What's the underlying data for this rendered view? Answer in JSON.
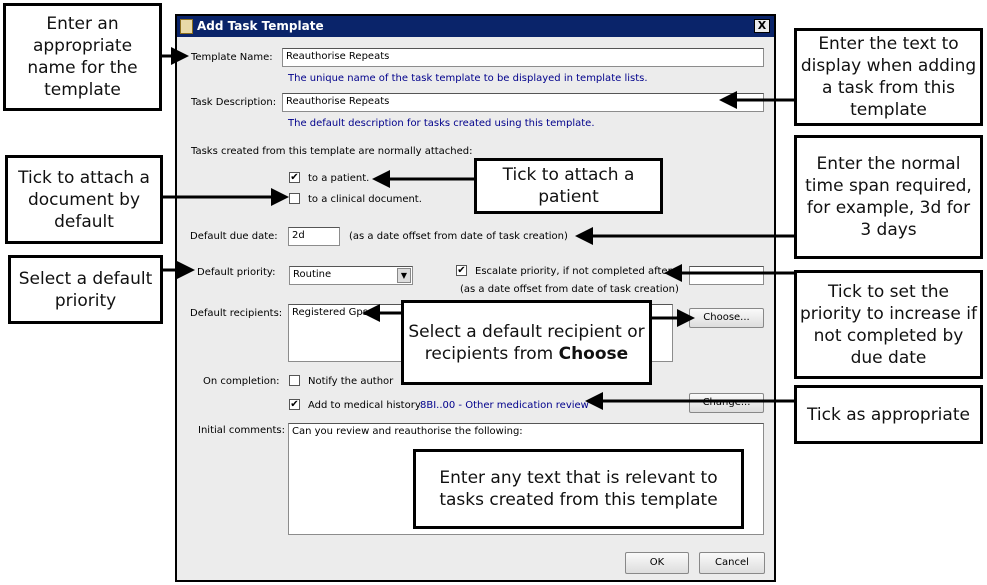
{
  "dialog": {
    "title": "Add Task Template",
    "close": "X",
    "template_name_label": "Template Name:",
    "template_name_value": "Reauthorise Repeats",
    "template_name_hint": "The unique name of the task template to be displayed in template lists.",
    "task_desc_label": "Task Description:",
    "task_desc_value": "Reauthorise Repeats",
    "task_desc_hint": "The default description for tasks created using this template.",
    "attached_label": "Tasks created from this template are normally attached:",
    "to_patient": "to a patient.",
    "to_patient_checked": true,
    "to_document": "to a clinical document.",
    "to_document_checked": false,
    "due_date_label": "Default due date:",
    "due_date_value": "2d",
    "due_date_hint": "(as a date offset from date of task creation)",
    "priority_label": "Default priority:",
    "priority_value": "Routine",
    "escalate_label": "Escalate priority, if not completed after",
    "escalate_checked": true,
    "escalate_value": "",
    "escalate_hint": "(as a date offset from date of task creation)",
    "recipients_label": "Default recipients:",
    "recipients_value": "Registered Gps",
    "choose": "Choose...",
    "completion_label": "On completion:",
    "notify": "Notify the author",
    "notify_checked": false,
    "add_history": "Add to medical history",
    "add_history_checked": true,
    "history_code": "8BI..00 - Other medication review",
    "change": "Change...",
    "comments_label": "Initial comments:",
    "comments_value": "Can you review and reauthorise the following:",
    "ok": "OK",
    "cancel": "Cancel"
  },
  "callouts": {
    "name": "Enter an appropriate name for the template",
    "desc": "Enter the text to display when adding a task from this template",
    "document": "Tick to attach a document by default",
    "patient": "Tick to attach a patient",
    "timespan": "Enter the normal time span required, for example, 3d for 3 days",
    "priority": "Select a default priority",
    "escalate": "Tick to set the priority to increase if not completed by due date",
    "recipients_pre": "Select a default recipient or recipients from",
    "recipients_bold": "Choose",
    "appropriate": "Tick as appropriate",
    "comments": "Enter any text that is relevant to tasks created from this template"
  }
}
